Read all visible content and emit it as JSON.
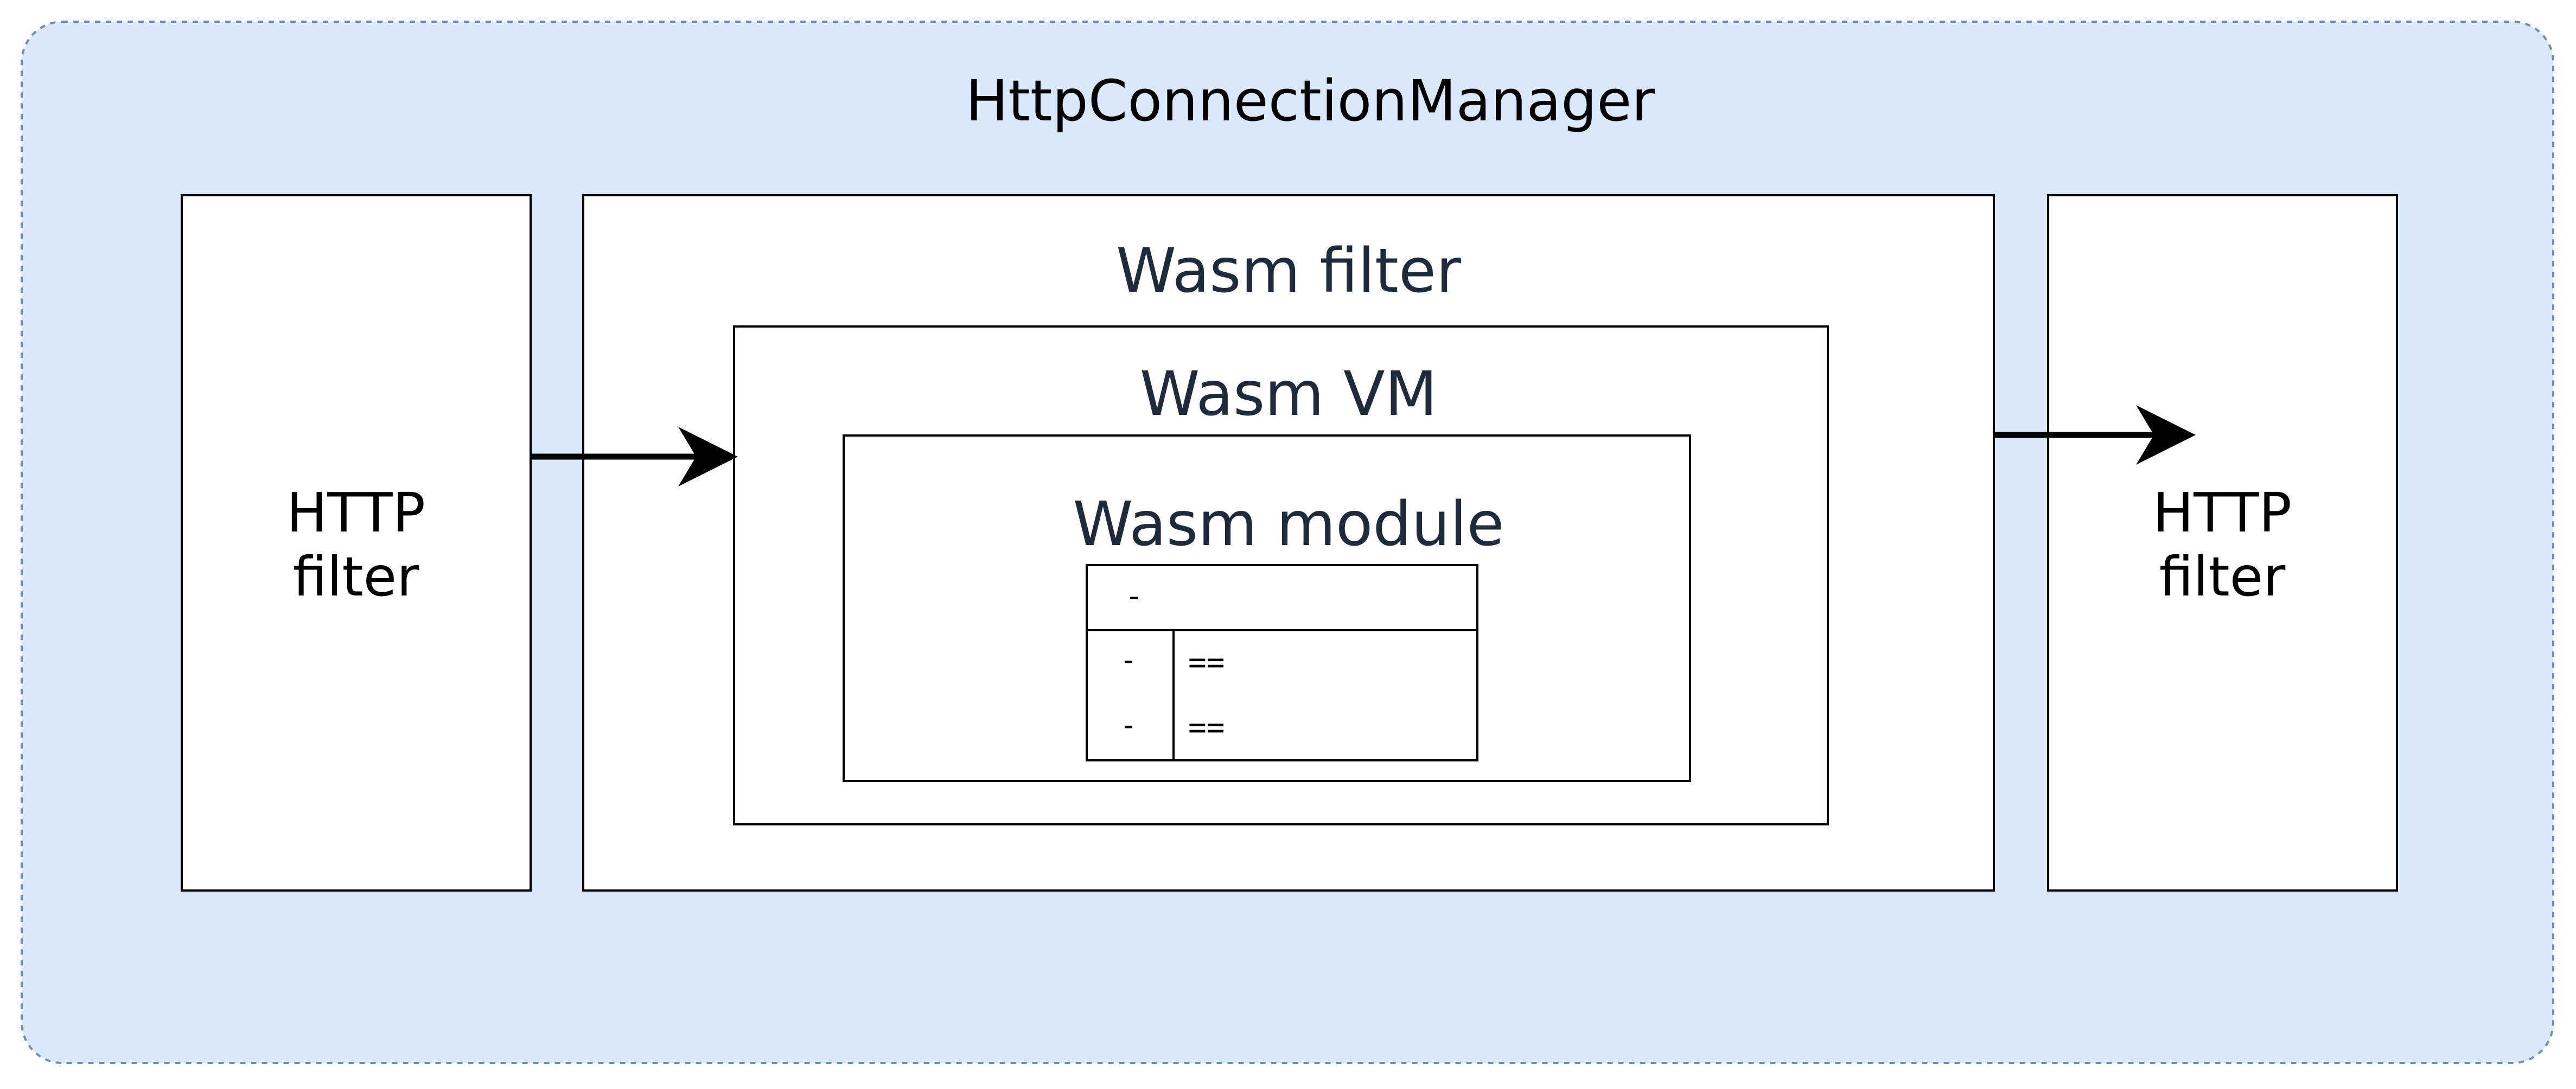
{
  "diagram": {
    "container": {
      "title": "HttpConnectionManager",
      "fill": "#dae8fc",
      "stroke": "#6c8ebf"
    },
    "left_filter": {
      "label_line1": "HTTP",
      "label_line2": "filter"
    },
    "right_filter": {
      "label_line1": "HTTP",
      "label_line2": "filter"
    },
    "wasm_filter": {
      "label": "Wasm filter"
    },
    "wasm_vm": {
      "label": "Wasm VM"
    },
    "wasm_module": {
      "label": "Wasm module"
    },
    "table": {
      "header": "-",
      "rows": [
        {
          "key": "-",
          "value": "=="
        },
        {
          "key": "-",
          "value": "=="
        }
      ]
    },
    "colors": {
      "box_fill": "#ffffff",
      "box_stroke": "#000000",
      "arrow": "#000000",
      "inner_text": "#1f2a3a"
    }
  }
}
